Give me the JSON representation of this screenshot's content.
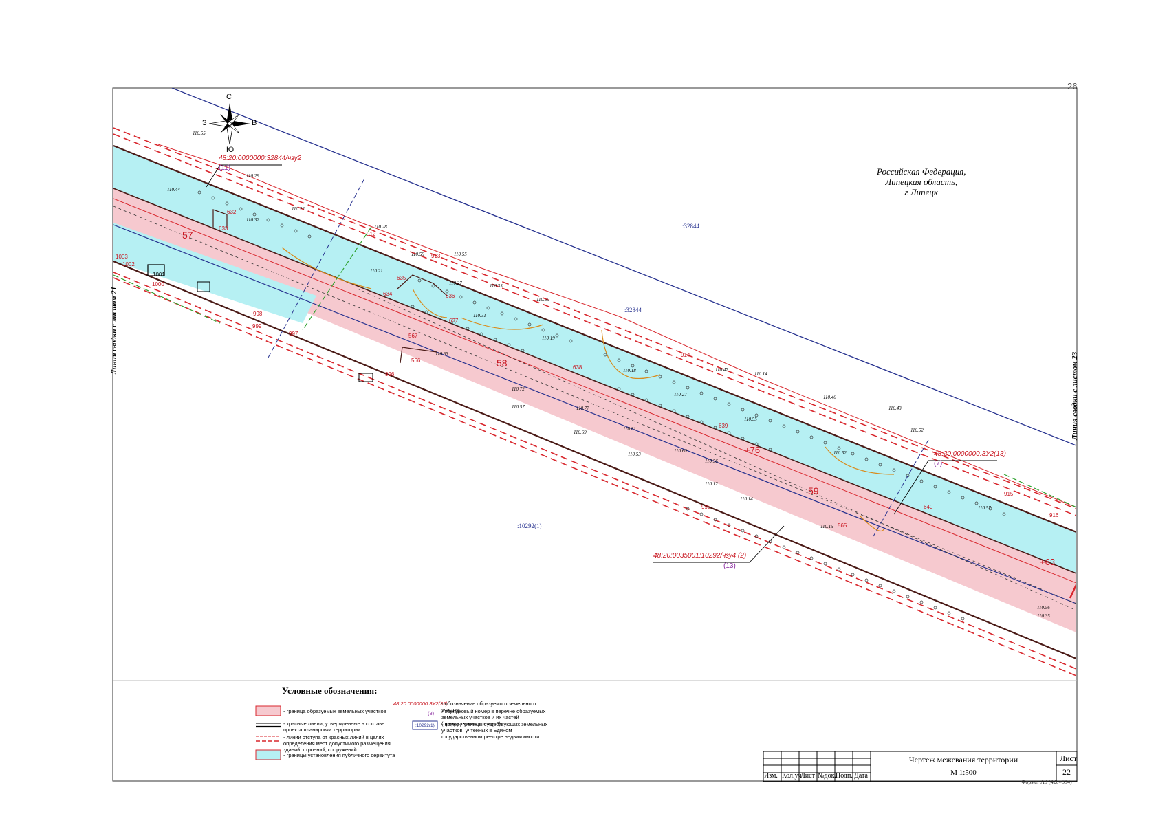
{
  "page_number": "26",
  "compass": {
    "north": "С",
    "south": "Ю",
    "west": "З",
    "east": "В"
  },
  "region_label": [
    "Российская Федерация,",
    "Липецкая область,",
    "г Липецк"
  ],
  "side_labels": {
    "left": "Линия сводки с листом 21",
    "right": "Линия сводки с листом 23"
  },
  "map_labels": {
    "parcel_32844_a": ":32844",
    "parcel_32844_b": ":32844",
    "parcel_10292": ":10292(1)",
    "zone_57": "57",
    "zone_58": "58",
    "zone_59": "59",
    "zone_63": "+63",
    "zone_76": "+76",
    "callout_1": "48:20:0000000:32844/чзу2",
    "callout_1_num": "(11)",
    "callout_2": "48:20:0000000:ЗУ2(13)",
    "callout_2_num": "(7)",
    "callout_3": "48:20:0035001:10292/чзу4 (2)",
    "callout_3_num": "(13)"
  },
  "points": [
    "632",
    "633",
    "634",
    "635",
    "636",
    "637",
    "638",
    "639",
    "640",
    "565",
    "566",
    "567",
    "912",
    "913",
    "914",
    "915",
    "916",
    "995",
    "996",
    "997",
    "998",
    "999",
    "1000",
    "1001",
    "1002",
    "1003"
  ],
  "elevations": [
    "110.55",
    "110.29",
    "110.44",
    "110.22",
    "110.32",
    "110.28",
    "110.59",
    "110.55",
    "110.21",
    "110.27",
    "110.33",
    "110.50",
    "110.31",
    "110.19",
    "110.18",
    "110.27",
    "110.55",
    "110.47",
    "110.14",
    "110.46",
    "110.43",
    "110.52",
    "110.63",
    "110.57",
    "110.69",
    "110.53",
    "110.12",
    "110.14",
    "110.15",
    "110.72",
    "110.77",
    "110.81",
    "110.60",
    "110.56",
    "110.57",
    "110.56",
    "110.52",
    "110.35"
  ],
  "legend": {
    "title": "Условные обозначения:",
    "items": [
      {
        "text": "- граница образуемых земельных участков",
        "color": "#f4b8c0"
      },
      {
        "text": "- красные линии, утвержденные в составе проекта планировки территории",
        "color": "#000000"
      },
      {
        "text": "- линии отступа от красных линий в целях определения мест допустимого размещения зданий, строений, сооружений",
        "color": "#d8262c"
      },
      {
        "text": "- границы установления публичного сервитута",
        "color": "#b8f0f2"
      }
    ],
    "items_right": [
      {
        "sample": "48:20:0000000:ЗУ2(32)",
        "text": "- обозначение образуемого земельного участка"
      },
      {
        "sample": "(8)",
        "text": "- порядковый номер в перечне образуемых земельных участков и их частей (представлены в томе 6)"
      },
      {
        "sample": ":10292(1)",
        "text": "- номер, границы существующих земельных участков, учтенных в Едином государственном реестре недвижимости"
      }
    ]
  },
  "stamp": {
    "title": "Чертеж межевания территории",
    "scale": "М 1:500",
    "sheet_header": "Лист",
    "sheet_number": "22",
    "columns": [
      "Изм.",
      "Кол.уч",
      "Лист",
      "№док.",
      "Подп.",
      "Дата"
    ],
    "format": "Формат А3 (420×594)"
  },
  "colors": {
    "pink_fill": "#f6c9cf",
    "cyan_fill": "#b6f0f3",
    "red_line": "#d8262c",
    "dark_line": "#4a1a16",
    "blue_line": "#26318f",
    "green_line": "#2fa12f",
    "orange_line": "#d98a1a",
    "callout_red": "#c8141e",
    "callout_purple": "#8a2aa0"
  }
}
